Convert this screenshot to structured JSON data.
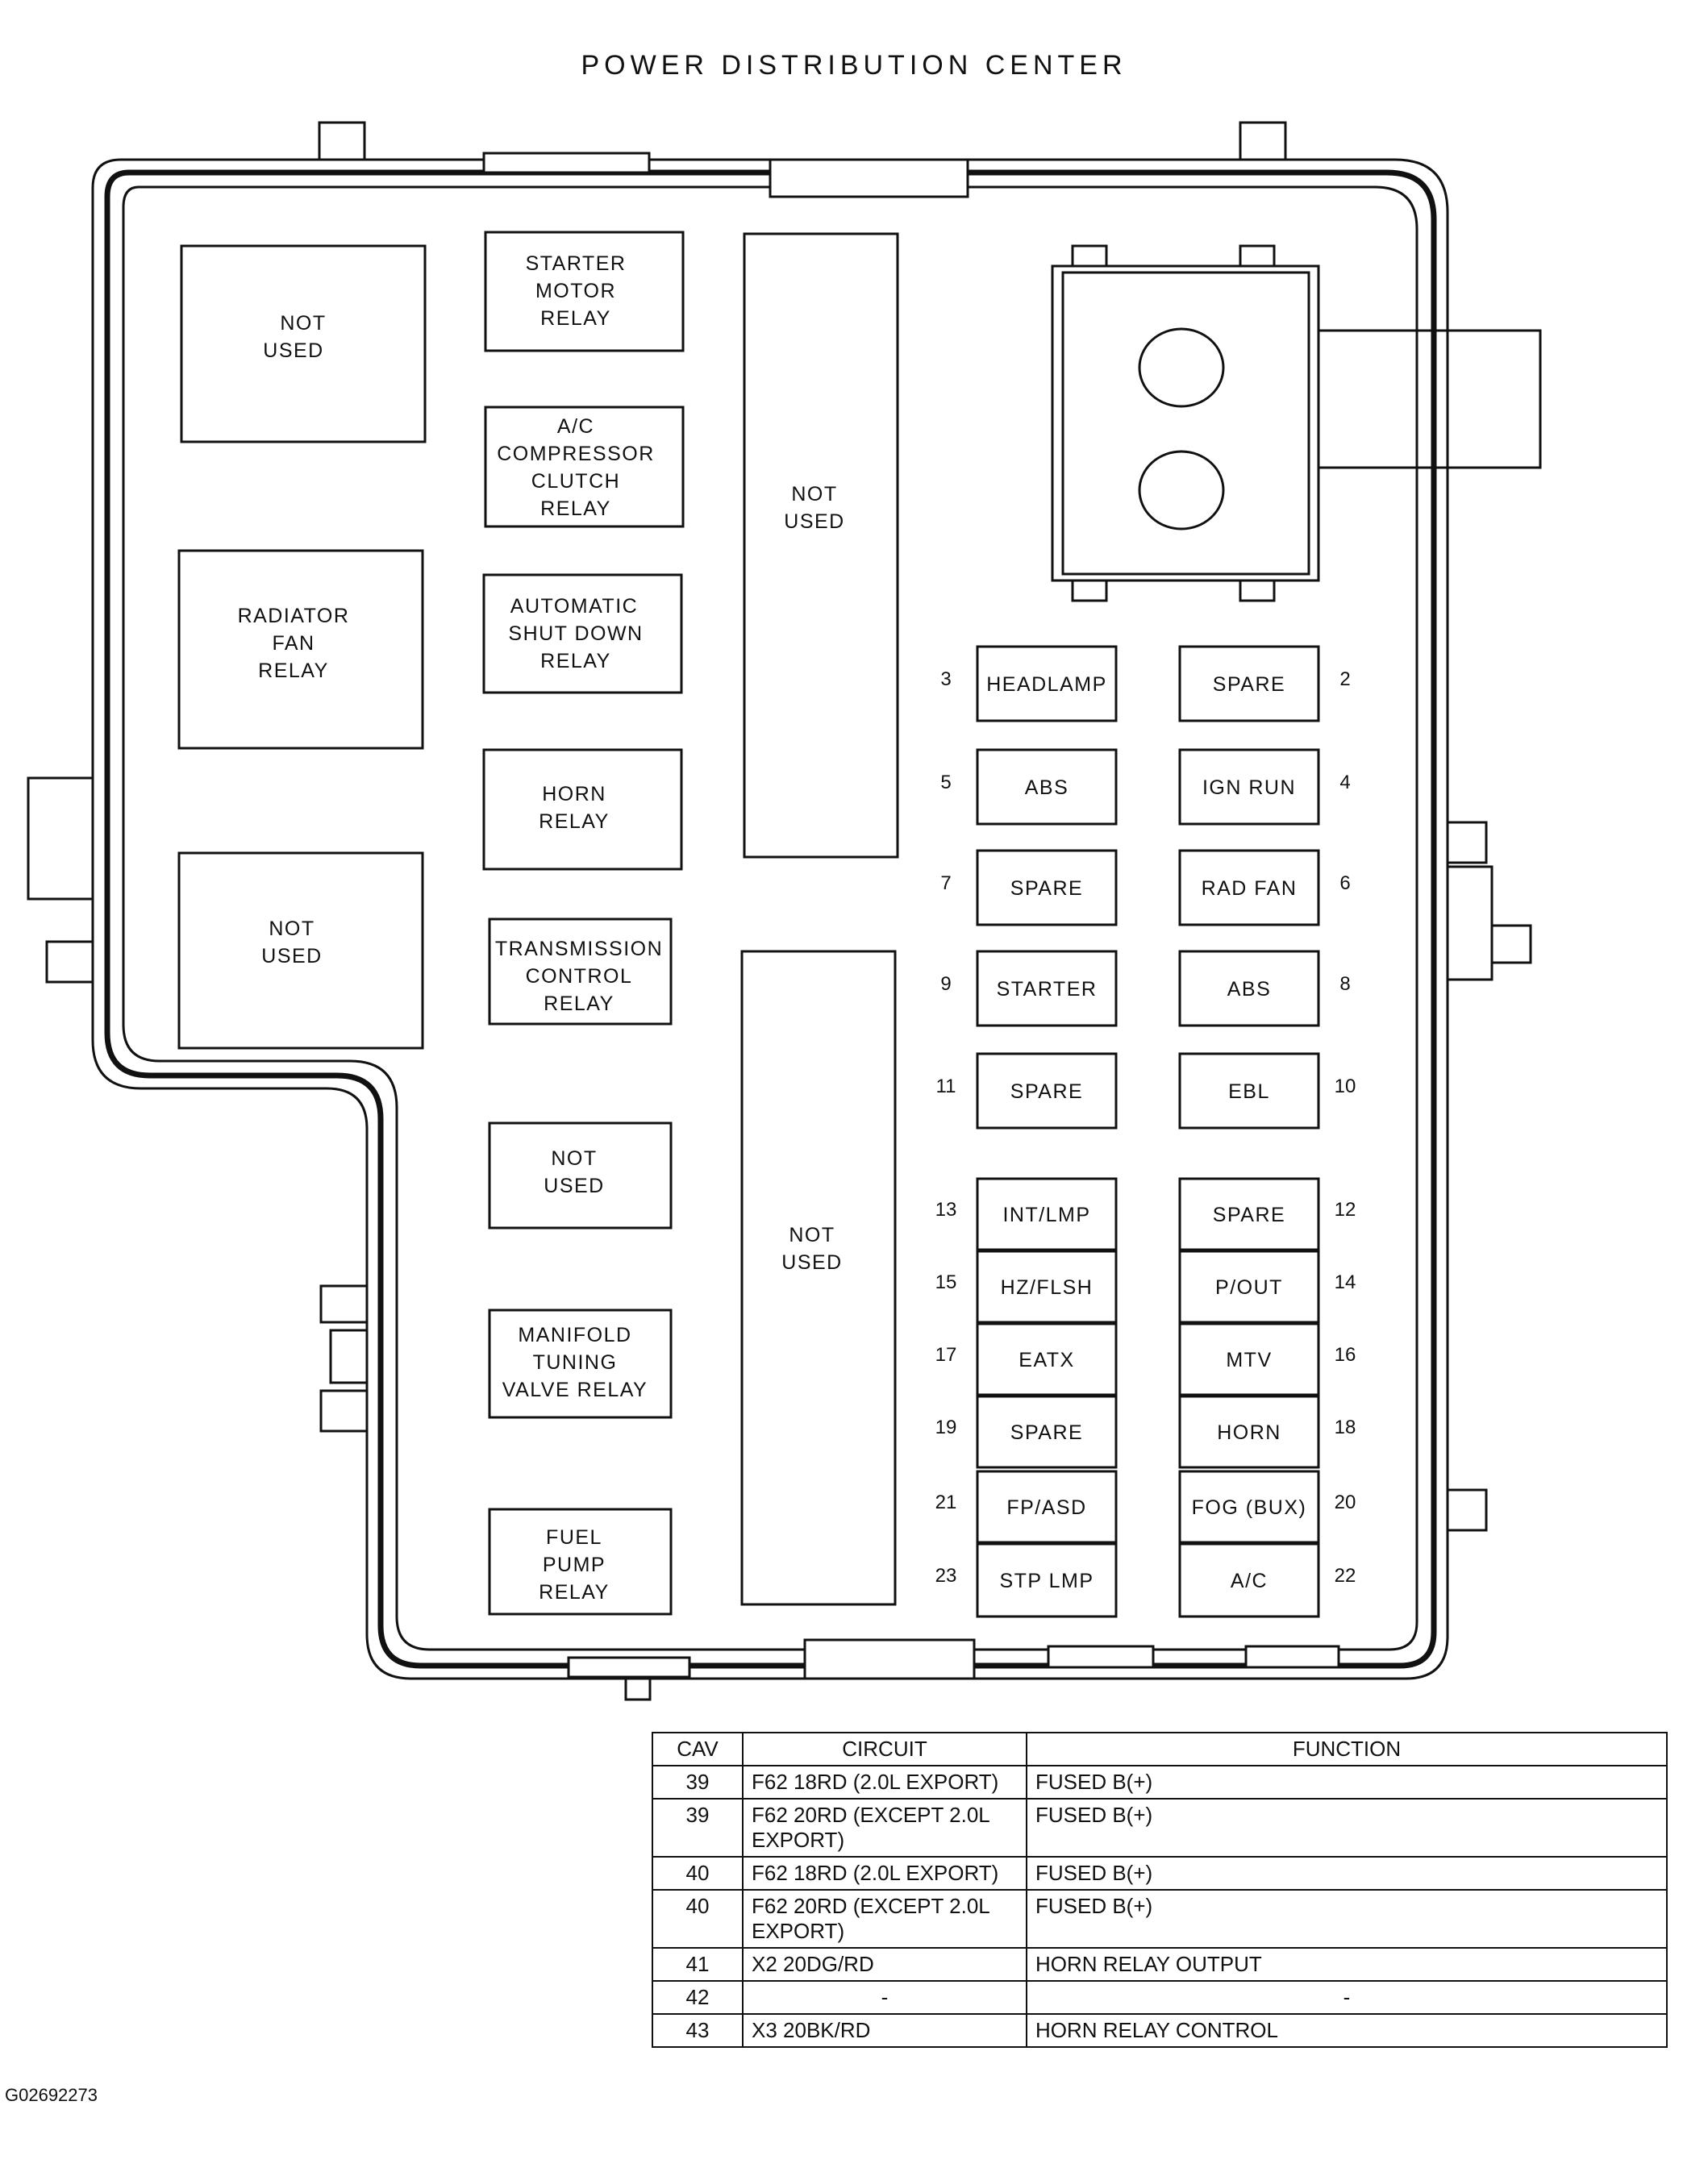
{
  "title": "POWER DISTRIBUTION CENTER",
  "figure_id": "G02692273",
  "relays": {
    "left_top": [
      "NOT",
      "USED"
    ],
    "radiator_fan": [
      "RADIATOR",
      "FAN",
      "RELAY"
    ],
    "left_bottom": [
      "NOT",
      "USED"
    ],
    "starter_motor": [
      "STARTER",
      "MOTOR",
      "RELAY"
    ],
    "ac_compressor": [
      "A/C",
      "COMPRESSOR",
      "CLUTCH",
      "RELAY"
    ],
    "auto_shutdown": [
      "AUTOMATIC",
      "SHUT DOWN",
      "RELAY"
    ],
    "horn": [
      "HORN",
      "RELAY"
    ],
    "transmission_control": [
      "TRANSMISSION",
      "CONTROL",
      "RELAY"
    ],
    "middle_not_used": [
      "NOT",
      "USED"
    ],
    "manifold_tuning": [
      "MANIFOLD",
      "TUNING",
      "VALVE RELAY"
    ],
    "fuel_pump": [
      "FUEL",
      "PUMP",
      "RELAY"
    ],
    "center_top": [
      "NOT",
      "USED"
    ],
    "center_bottom": [
      "NOT",
      "USED"
    ]
  },
  "fuses_left": [
    {
      "num": "3",
      "label": "HEADLAMP"
    },
    {
      "num": "5",
      "label": "ABS"
    },
    {
      "num": "7",
      "label": "SPARE"
    },
    {
      "num": "9",
      "label": "STARTER"
    },
    {
      "num": "11",
      "label": "SPARE"
    },
    {
      "num": "13",
      "label": "INT/LMP"
    },
    {
      "num": "15",
      "label": "HZ/FLSH"
    },
    {
      "num": "17",
      "label": "EATX"
    },
    {
      "num": "19",
      "label": "SPARE"
    },
    {
      "num": "21",
      "label": "FP/ASD"
    },
    {
      "num": "23",
      "label": "STP LMP"
    }
  ],
  "fuses_right": [
    {
      "num": "2",
      "label": "SPARE"
    },
    {
      "num": "4",
      "label": "IGN RUN"
    },
    {
      "num": "6",
      "label": "RAD FAN"
    },
    {
      "num": "8",
      "label": "ABS"
    },
    {
      "num": "10",
      "label": "EBL"
    },
    {
      "num": "12",
      "label": "SPARE"
    },
    {
      "num": "14",
      "label": "P/OUT"
    },
    {
      "num": "16",
      "label": "MTV"
    },
    {
      "num": "18",
      "label": "HORN"
    },
    {
      "num": "20",
      "label": "FOG (BUX)"
    },
    {
      "num": "22",
      "label": "A/C"
    }
  ],
  "table": {
    "headers": [
      "CAV",
      "CIRCUIT",
      "FUNCTION"
    ],
    "rows": [
      {
        "cav": "39",
        "circuit": "F62 18RD (2.0L EXPORT)",
        "function": "FUSED B(+)"
      },
      {
        "cav": "39",
        "circuit": "F62 20RD (EXCEPT 2.0L EXPORT)",
        "function": "FUSED B(+)"
      },
      {
        "cav": "40",
        "circuit": "F62 18RD (2.0L EXPORT)",
        "function": "FUSED B(+)"
      },
      {
        "cav": "40",
        "circuit": "F62 20RD (EXCEPT 2.0L EXPORT)",
        "function": "FUSED B(+)"
      },
      {
        "cav": "41",
        "circuit": "X2 20DG/RD",
        "function": "HORN RELAY OUTPUT"
      },
      {
        "cav": "42",
        "circuit": "-",
        "function": "-"
      },
      {
        "cav": "43",
        "circuit": "X3 20BK/RD",
        "function": "HORN RELAY CONTROL"
      }
    ]
  }
}
